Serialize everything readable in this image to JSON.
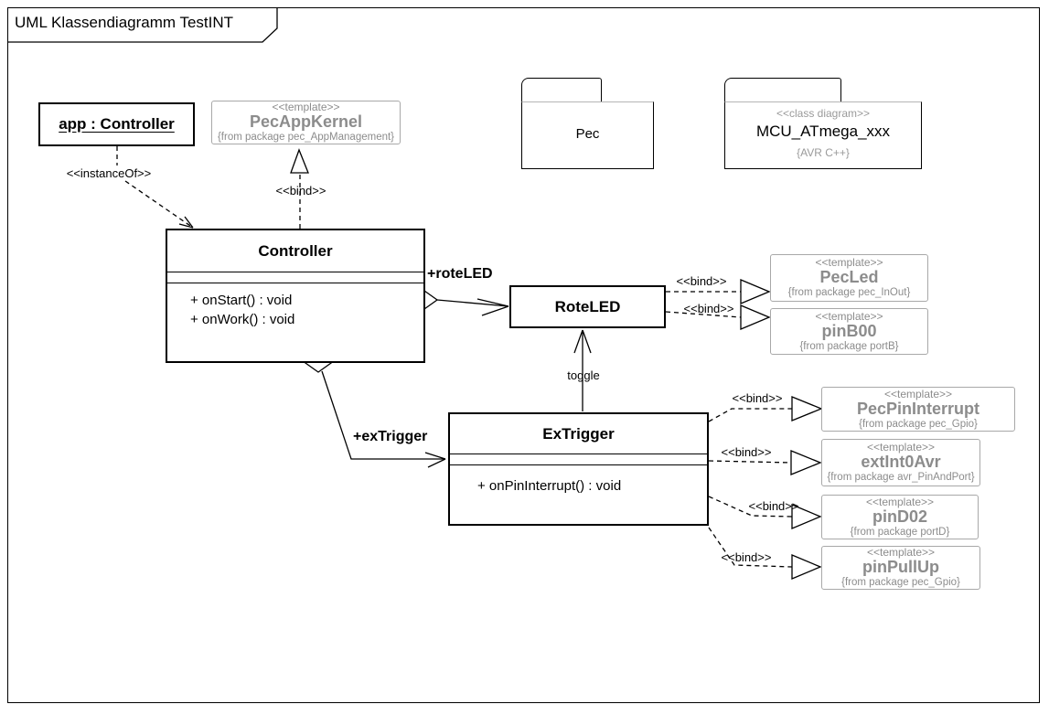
{
  "frame": {
    "title": "UML Klassendiagramm TestINT"
  },
  "object_app": {
    "name": "app : Controller"
  },
  "classes": {
    "controller": {
      "name": "Controller",
      "operations": [
        "+ onStart() : void",
        "+ onWork() : void"
      ]
    },
    "roteLED": {
      "name": "RoteLED"
    },
    "exTrigger": {
      "name": "ExTrigger",
      "operations": [
        "+ onPinInterrupt() : void"
      ]
    }
  },
  "packages": {
    "pec": {
      "name": "Pec"
    },
    "mcu": {
      "stereotype": "<<class diagram>>",
      "name": "MCU_ATmega_xxx",
      "tag": "{AVR C++}"
    }
  },
  "templates": {
    "pecAppKernel": {
      "stereotype": "<<template>>",
      "name": "PecAppKernel",
      "from": "{from package pec_AppManagement}"
    },
    "pecLed": {
      "stereotype": "<<template>>",
      "name": "PecLed",
      "from": "{from package pec_InOut}"
    },
    "pinB00": {
      "stereotype": "<<template>>",
      "name": "pinB00",
      "from": "{from package portB}"
    },
    "pecPinInterrupt": {
      "stereotype": "<<template>>",
      "name": "PecPinInterrupt",
      "from": "{from package pec_Gpio}"
    },
    "extInt0Avr": {
      "stereotype": "<<template>>",
      "name": "extInt0Avr",
      "from": "{from package avr_PinAndPort}"
    },
    "pinD02": {
      "stereotype": "<<template>>",
      "name": "pinD02",
      "from": "{from package portD}"
    },
    "pinPullUp": {
      "stereotype": "<<template>>",
      "name": "pinPullUp",
      "from": "{from package pec_Gpio}"
    }
  },
  "labels": {
    "instanceOf": "<<instanceOf>>",
    "bind": "<<bind>>",
    "roteLED_end": "+roteLED",
    "exTrigger_end": "+exTrigger",
    "toggle": "toggle"
  },
  "colors": {
    "background": "#ffffff",
    "line": "#000000",
    "gray_text": "#8c8c8c",
    "gray_border": "#a8a8a8"
  }
}
